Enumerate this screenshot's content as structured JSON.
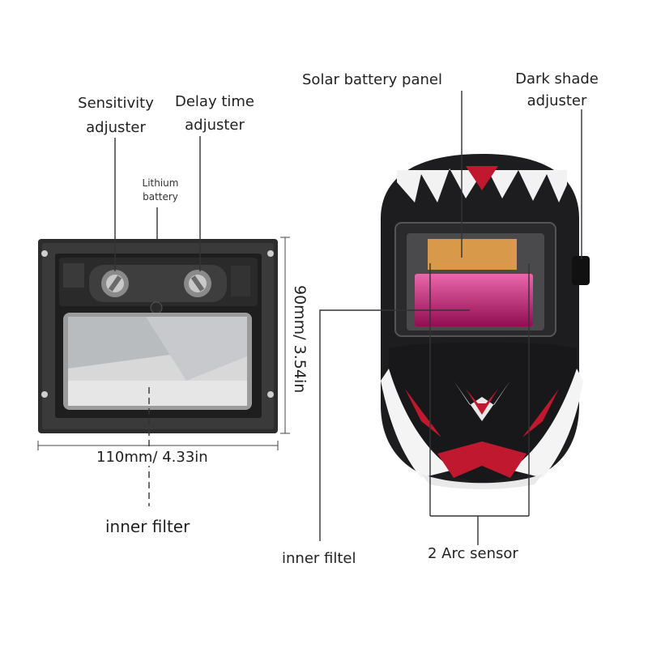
{
  "labels": {
    "sensitivity": [
      "Sensitivity",
      "adjuster"
    ],
    "delay": [
      "Delay time",
      "adjuster"
    ],
    "lithium": [
      "Lithium",
      "battery"
    ],
    "solar": "Solar  battery  panel",
    "dark_shade": [
      "Dark shade",
      "adjuster"
    ],
    "height_dim": "90mm/ 3.54in",
    "width_dim": "110mm/ 4.33in",
    "inner_filter": "inner filter",
    "inner_filtel": "inner filtel",
    "arc_sensor": "2 Arc sensor"
  },
  "colors": {
    "leader": "#333333",
    "filter_frame": "#2b2b2b",
    "helmet": "#1d1d1f",
    "lens": "#e0157f",
    "solar": "#d89a4a",
    "accent_red": "#c0182e"
  }
}
